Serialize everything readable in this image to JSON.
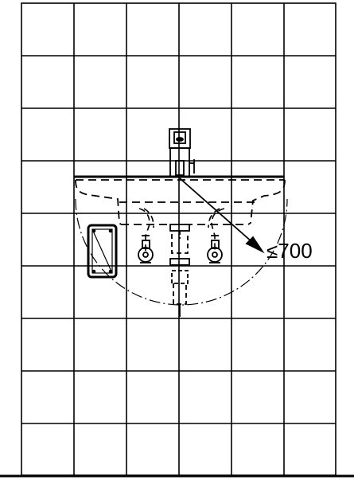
{
  "drawing": {
    "dimension_label": "≤700",
    "grid_columns": 6,
    "grid_rows": 9,
    "line_color": "#000000",
    "background_color": "#ffffff"
  }
}
